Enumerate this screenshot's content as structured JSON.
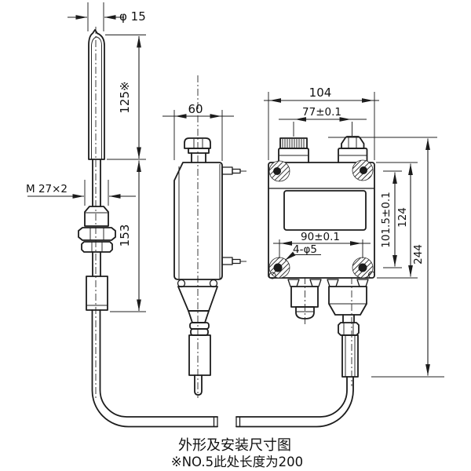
{
  "drawing": {
    "caption": "外形及安装尺寸图",
    "note": "※NO.5此处长度为200",
    "dimensions": {
      "probe_diameter": "φ 15",
      "probe_length": "125※",
      "thread": "M 27×2",
      "stem_length": "153",
      "side_width": "60",
      "front_width": "104",
      "knob_spacing": "77±0.1",
      "hole_spacing_h": "90±0.1",
      "mounting_holes": "4-φ5",
      "hole_spacing_v": "101.5±0.1",
      "body_height": "124",
      "overall_height": "244"
    },
    "colors": {
      "line": "#1c1c1c",
      "background": "#ffffff"
    }
  }
}
